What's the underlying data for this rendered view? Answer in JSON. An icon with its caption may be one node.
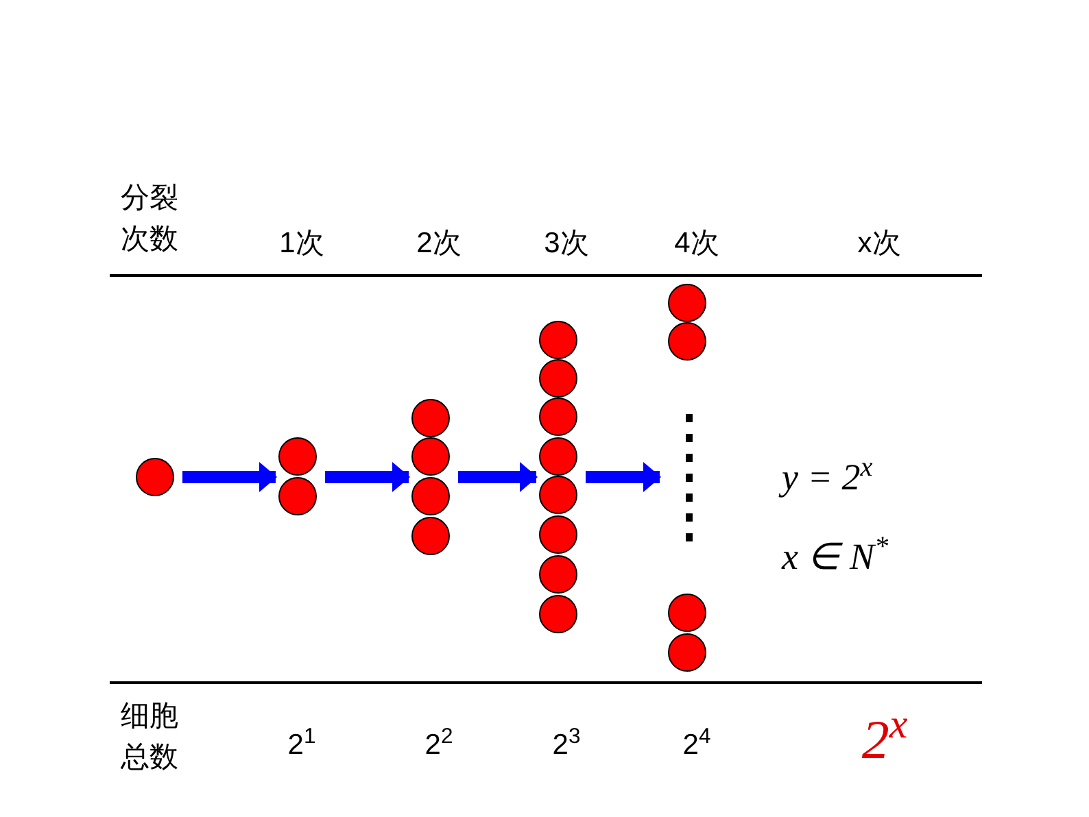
{
  "diagram": {
    "nodes": [
      {
        "text": [],
        "shape": "circle"
      },
      {
        "text": [],
        "shape": "circle"
      },
      {
        "text": [],
        "shape": "circle"
      },
      {
        "text": [],
        "shape": "circle"
      },
      {
        "text": [],
        "shape": "circle"
      },
      {
        "text": [],
        "shape": "circle"
      },
      {
        "text": [],
        "shape": "circle"
      },
      {
        "text": [],
        "shape": "circle"
      },
      {
        "text": [],
        "shape": "circle"
      },
      {
        "text": [],
        "shape": "circle"
      },
      {
        "text": [],
        "shape": "circle"
      },
      {
        "text": [],
        "shape": "circle"
      },
      {
        "text": [],
        "shape": "circle"
      },
      {
        "text": [],
        "shape": "circle"
      },
      {
        "text": [],
        "shape": "circle"
      },
      {
        "text": [],
        "shape": "circle"
      },
      {
        "text": [],
        "shape": "circle"
      },
      {
        "text": [],
        "shape": "circle"
      },
      {
        "text": [],
        "shape": "circle"
      }
    ],
    "edges": [
      {
        "from": 0,
        "to": 1,
        "arrow": "to"
      },
      {
        "from": 1,
        "to": 4,
        "arrow": "to"
      },
      {
        "from": 4,
        "to": 10,
        "arrow": "to"
      },
      {
        "from": 10,
        "to": null,
        "arrow": "to"
      }
    ],
    "labels": [
      "分裂次数",
      "1次",
      "2次",
      "3次",
      "4次",
      "x次",
      "y = 2$^{x}$",
      "x ∈ N$^{*}$",
      "细胞总数",
      "2$^{1}$",
      "2$^{2}$",
      "2$^{3}$",
      "2$^{4}$",
      "2$^{x}$"
    ]
  }
}
